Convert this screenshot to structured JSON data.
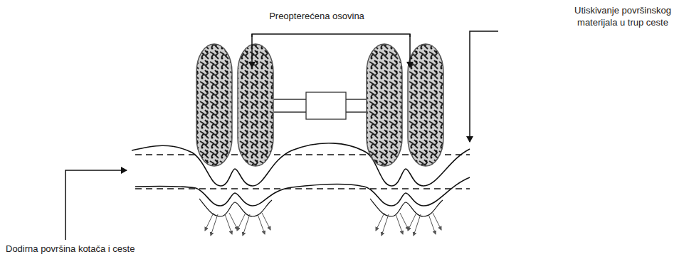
{
  "diagram": {
    "labels": [
      "Preopterećena osovina",
      "Utiskivanje površinskog materijala u trup ceste",
      "Dodirna površina kotača i ceste"
    ]
  }
}
